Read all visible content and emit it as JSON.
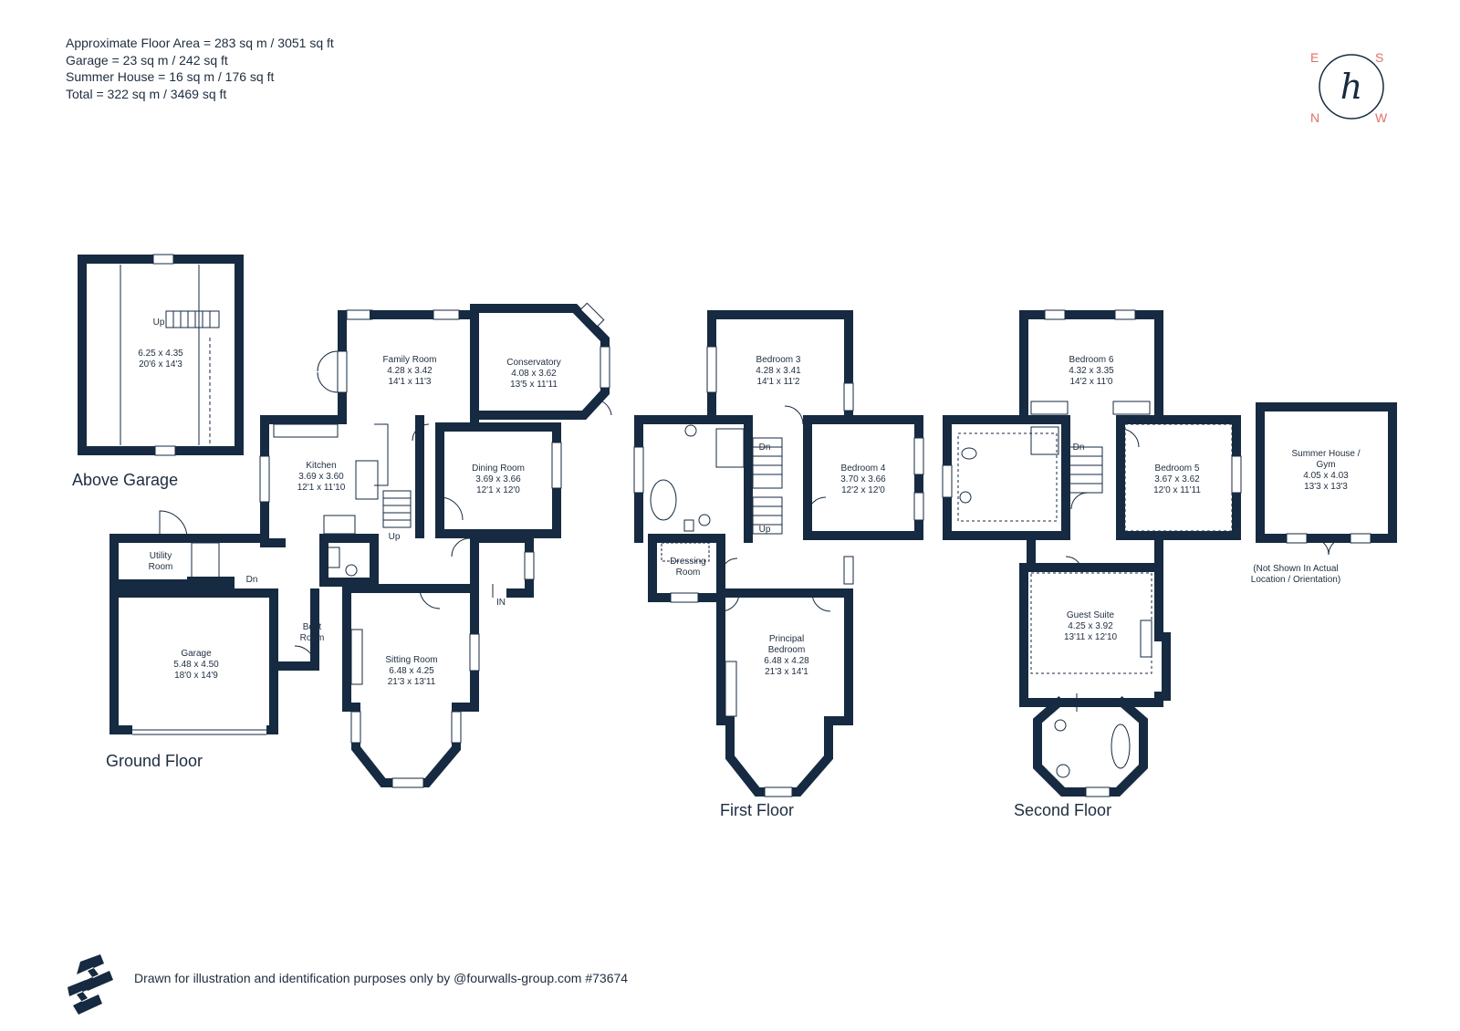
{
  "areas": {
    "line1": "Approximate Floor Area = 283 sq m / 3051 sq ft",
    "line2": "Garage = 23 sq m / 242 sq ft",
    "line3": "Summer House = 16 sq m / 176 sq ft",
    "line4": "Total = 322 sq m / 3469 sq ft"
  },
  "logo": {
    "n": "N",
    "e": "E",
    "s": "S",
    "w": "W",
    "mark": "h",
    "accent": "#e0706a"
  },
  "floors": {
    "above_garage": "Above Garage",
    "ground": "Ground Floor",
    "first": "First Floor",
    "second": "Second Floor"
  },
  "rooms": {
    "above_garage_loft": {
      "l1": "6.25 x 4.35",
      "l2": "20'6 x 14'3"
    },
    "above_garage_up": "Up",
    "family_room": {
      "name": "Family Room",
      "l1": "4.28 x 3.42",
      "l2": "14'1 x 11'3"
    },
    "conservatory": {
      "name": "Conservatory",
      "l1": "4.08 x 3.62",
      "l2": "13'5 x 11'11"
    },
    "kitchen": {
      "name": "Kitchen",
      "l1": "3.69 x 3.60",
      "l2": "12'1 x 11'10"
    },
    "dining_room": {
      "name": "Dining Room",
      "l1": "3.69 x 3.66",
      "l2": "12'1 x 12'0"
    },
    "utility_room": {
      "name1": "Utility",
      "name2": "Room"
    },
    "garage": {
      "name": "Garage",
      "l1": "5.48 x 4.50",
      "l2": "18'0 x 14'9"
    },
    "boot_room": {
      "name1": "Boot",
      "name2": "Room"
    },
    "sitting_room": {
      "name": "Sitting Room",
      "l1": "6.48 x 4.25",
      "l2": "21'3 x 13'11"
    },
    "ground_up": "Up",
    "ground_dn": "Dn",
    "entrance": "IN",
    "bedroom3": {
      "name": "Bedroom 3",
      "l1": "4.28 x 3.41",
      "l2": "14'1 x 11'2"
    },
    "bedroom4": {
      "name": "Bedroom 4",
      "l1": "3.70 x 3.66",
      "l2": "12'2 x 12'0"
    },
    "dressing_room": {
      "name1": "Dressing",
      "name2": "Room"
    },
    "principal_bedroom": {
      "name1": "Principal",
      "name2": "Bedroom",
      "l1": "6.48 x 4.28",
      "l2": "21'3 x 14'1"
    },
    "first_dn": "Dn",
    "first_up": "Up",
    "bedroom6": {
      "name": "Bedroom 6",
      "l1": "4.32 x 3.35",
      "l2": "14'2 x 11'0"
    },
    "bedroom5": {
      "name": "Bedroom 5",
      "l1": "3.67 x 3.62",
      "l2": "12'0 x 11'11"
    },
    "guest_suite": {
      "name": "Guest Suite",
      "l1": "4.25 x 3.92",
      "l2": "13'11 x 12'10"
    },
    "second_dn": "Dn",
    "summer_house": {
      "name1": "Summer House /",
      "name2": "Gym",
      "l1": "4.05 x 4.03",
      "l2": "13'3 x 13'3"
    },
    "summer_note1": "(Not Shown In Actual",
    "summer_note2": "Location / Orientation)"
  },
  "footer": "Drawn for illustration and identification purposes only by @fourwalls-group.com #73674",
  "colors": {
    "wall": "#162a41",
    "text": "#1e2d3f"
  }
}
